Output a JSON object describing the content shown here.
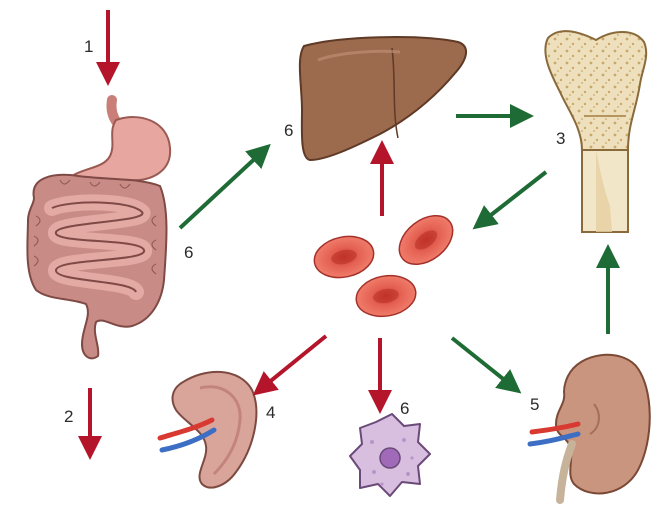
{
  "labels": {
    "step1": "1",
    "step2": "2",
    "step3": "3",
    "step4": "4",
    "step5": "5",
    "step6_gut": "6",
    "step6_liver": "6",
    "step6_macrophage": "6"
  },
  "organs": {
    "digestive_tract": "gastrointestinal-tract",
    "liver": "liver",
    "bone": "bone-marrow",
    "red_cells": "red-blood-cells",
    "spleen": "spleen",
    "macrophage": "macrophage",
    "kidney": "kidney"
  },
  "colors": {
    "red_arrow": "#b5152b",
    "green_arrow": "#1f6b35",
    "liver": "#9c6a4c",
    "stomach": "#e8a6a0",
    "intestine": "#c98b86",
    "rbc": "#e8685a",
    "bone_shaft": "#f1e6c8",
    "spleen": "#d9a59a",
    "macrophage": "#d8bfe0",
    "kidney": "#c9957f",
    "artery": "#d83a32",
    "vein": "#3c6fc4"
  }
}
